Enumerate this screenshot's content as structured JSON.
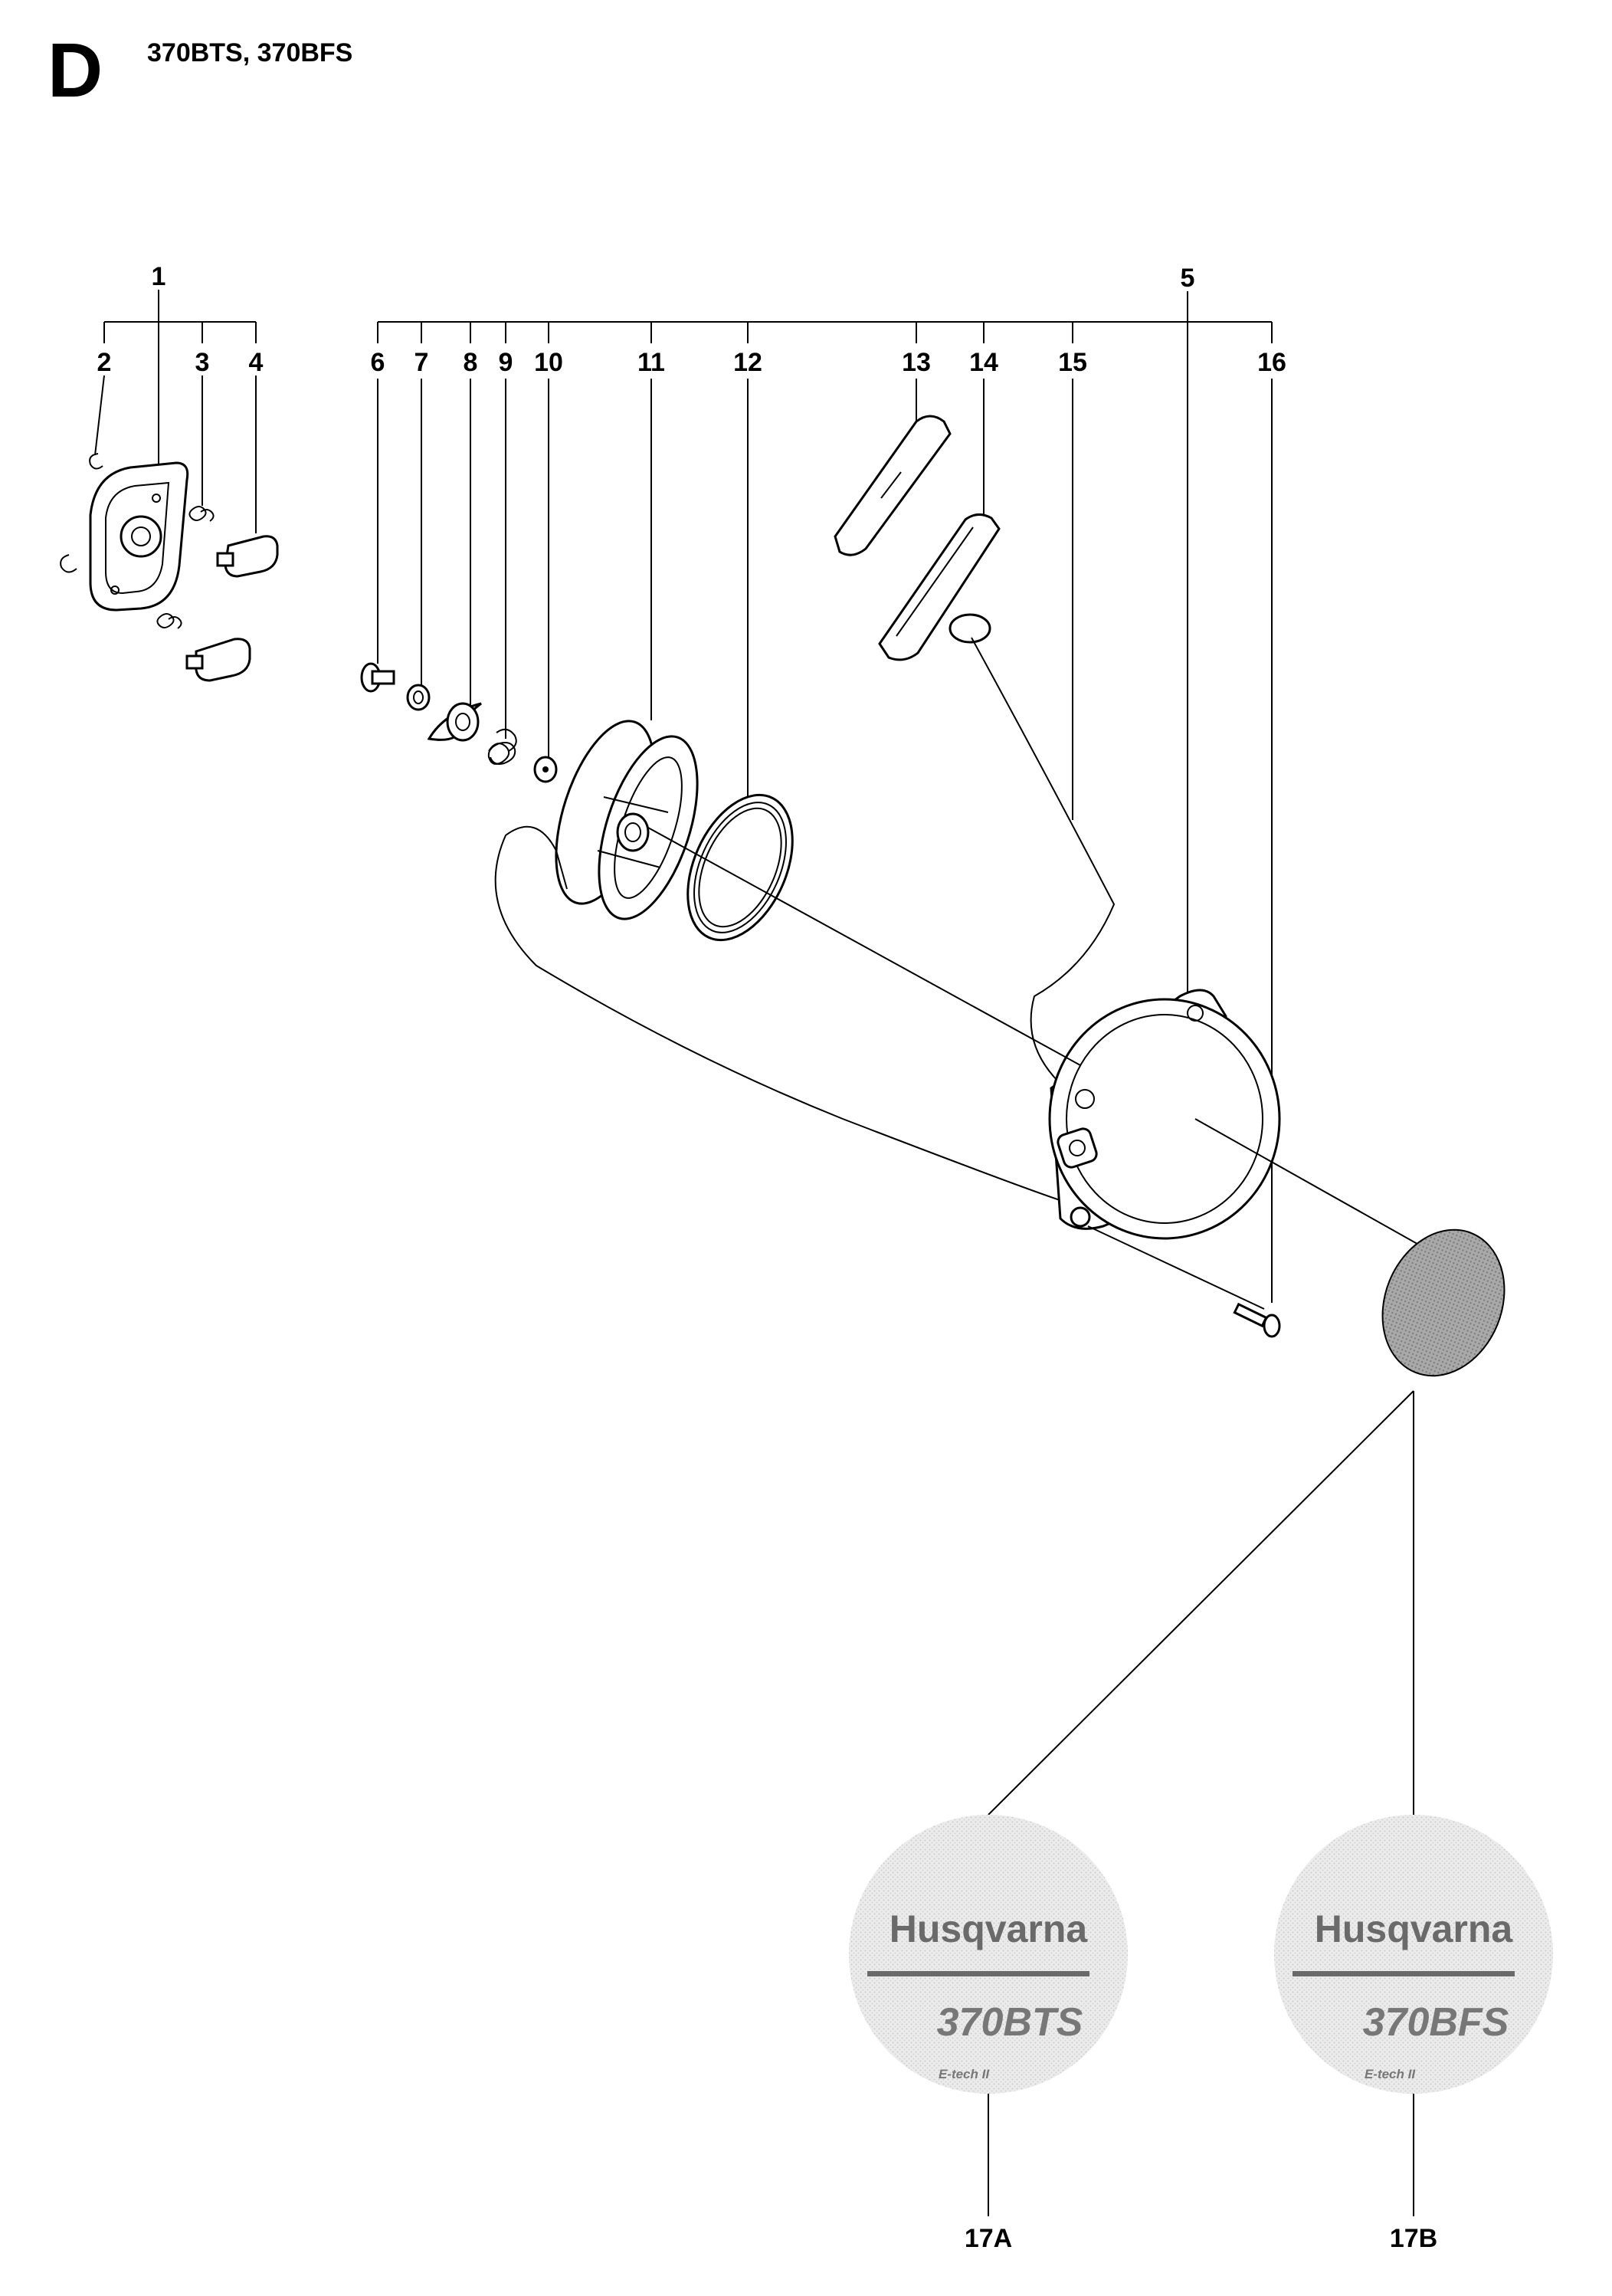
{
  "header": {
    "section_letter": "D",
    "models": "370BTS, 370BFS"
  },
  "callouts": {
    "c1": "1",
    "c2": "2",
    "c3": "3",
    "c4": "4",
    "c5": "5",
    "c6": "6",
    "c7": "7",
    "c8": "8",
    "c9": "9",
    "c10": "10",
    "c11": "11",
    "c12": "12",
    "c13": "13",
    "c14": "14",
    "c15": "15",
    "c16": "16",
    "c17a": "17A",
    "c17b": "17B"
  },
  "decals": {
    "a": {
      "brand": "Husqvarna",
      "model": "370BTS",
      "sub": "E-tech II"
    },
    "b": {
      "brand": "Husqvarna",
      "model": "370BFS",
      "sub": "E-tech II"
    }
  },
  "colors": {
    "decal_fill": "#e4e4e4",
    "decal_text": "#6a6a6a",
    "cap_fill": "#9a9a9a"
  }
}
